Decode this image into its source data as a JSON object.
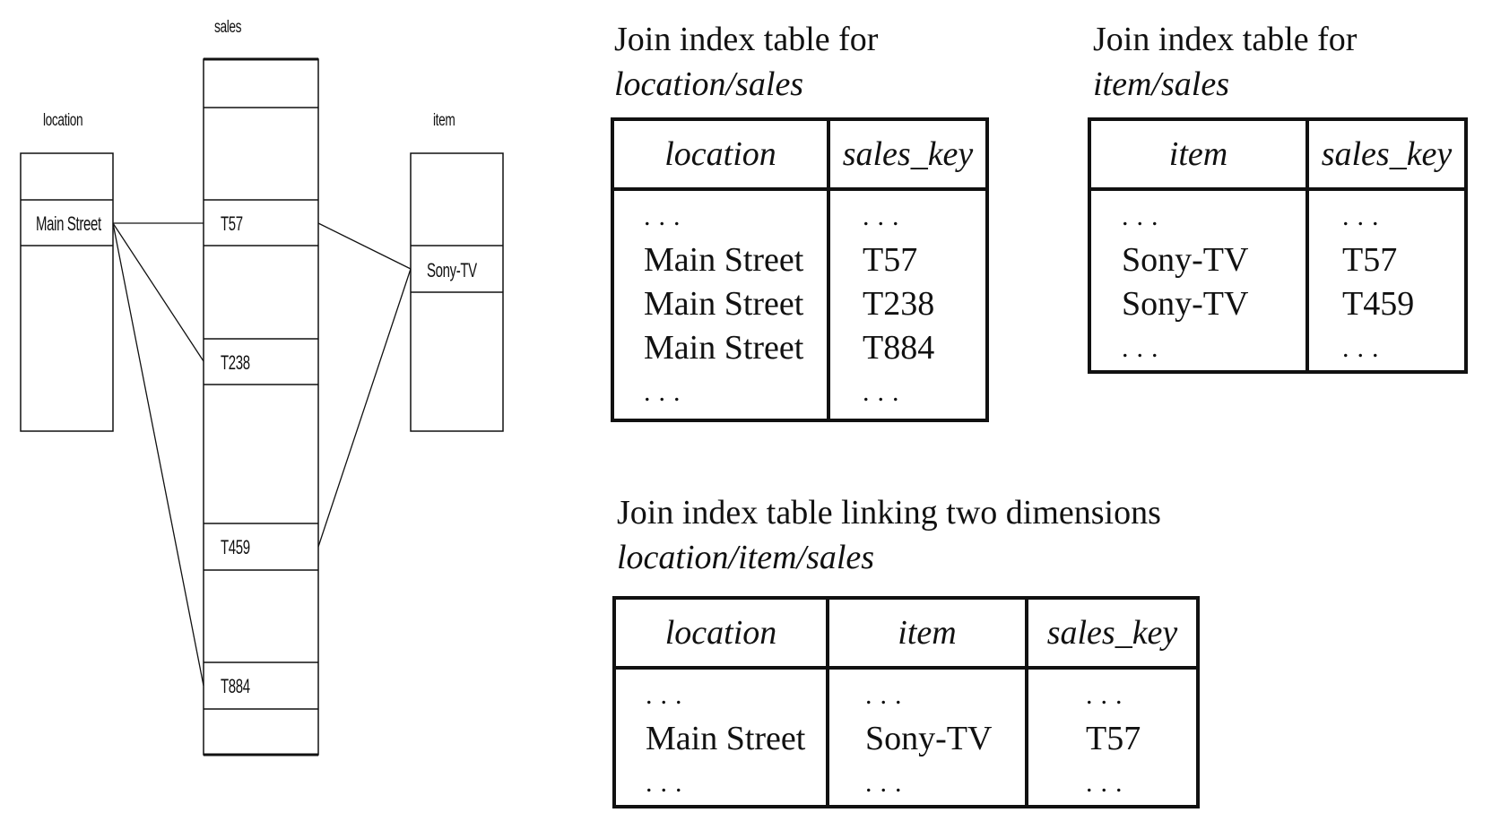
{
  "left_diagram": {
    "location_label": "location",
    "sales_label": "sales",
    "item_label": "item",
    "location_value": "Main Street",
    "item_value": "Sony-TV",
    "sales_keys": [
      "T57",
      "T238",
      "T459",
      "T884"
    ]
  },
  "location_sales": {
    "title": "Join index table for",
    "subtitle": "location/sales",
    "headers": [
      "location",
      "sales_key"
    ],
    "col1": [
      "...",
      "Main Street",
      "Main Street",
      "Main Street",
      "..."
    ],
    "col2": [
      "...",
      "T57",
      "T238",
      "T884",
      "..."
    ]
  },
  "item_sales": {
    "title": "Join index table for",
    "subtitle": "item/sales",
    "headers": [
      "item",
      "sales_key"
    ],
    "col1": [
      "...",
      "Sony-TV",
      "Sony-TV",
      "..."
    ],
    "col2": [
      "...",
      "T57",
      "T459",
      "..."
    ]
  },
  "location_item_sales": {
    "title": "Join index table linking two dimensions",
    "subtitle": "location/item/sales",
    "headers": [
      "location",
      "item",
      "sales_key"
    ],
    "col1": [
      "...",
      "Main Street",
      "..."
    ],
    "col2": [
      "...",
      "Sony-TV",
      "..."
    ],
    "col3": [
      "...",
      "T57",
      "..."
    ]
  }
}
